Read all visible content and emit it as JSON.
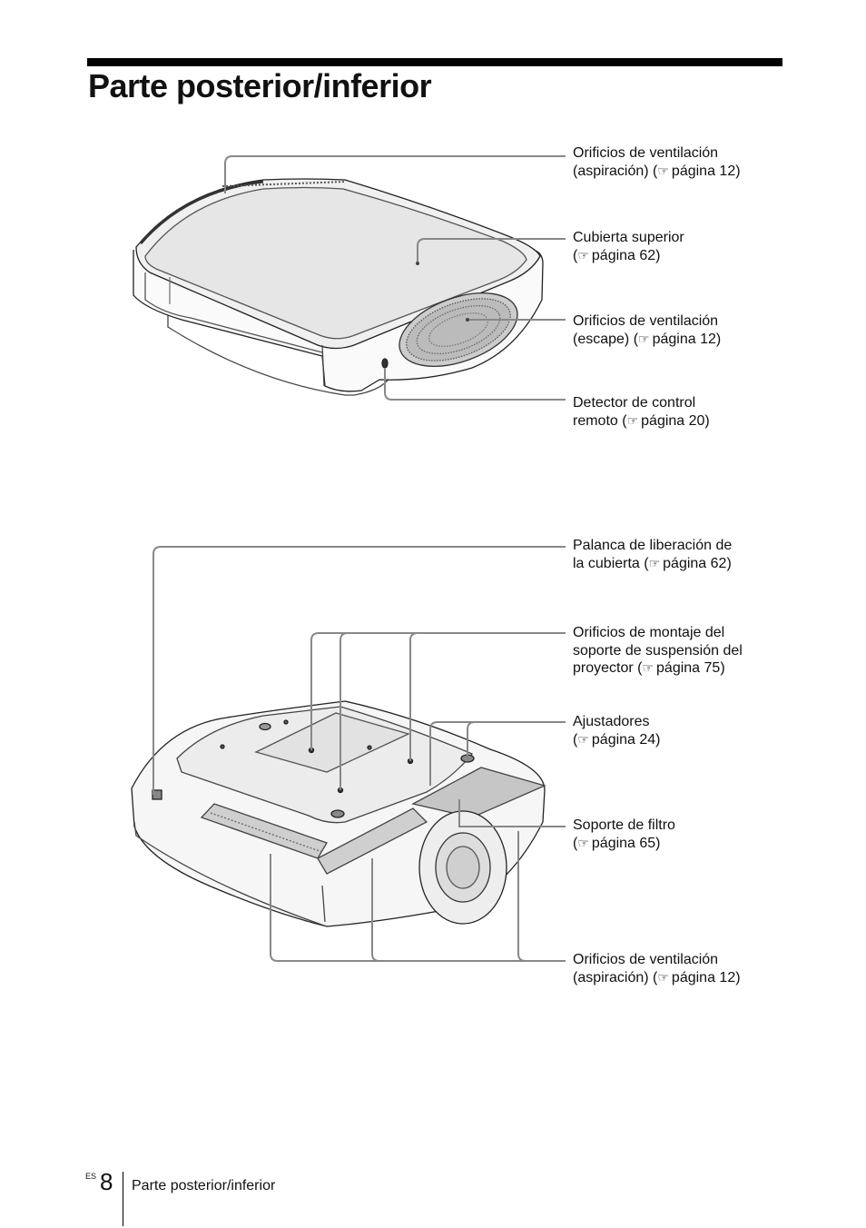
{
  "page": {
    "title": "Parte posterior/inferior"
  },
  "top_callouts": [
    {
      "line1": "Orificios de ventilación",
      "line2_pre": "(aspiración) (",
      "page": "página 12)"
    },
    {
      "line1": "Cubierta superior",
      "line2_pre": "(",
      "page": "página 62)"
    },
    {
      "line1": "Orificios de ventilación",
      "line2_pre": "(escape) (",
      "page": "página 12)"
    },
    {
      "line1": "Detector de control",
      "line2_pre": "remoto (",
      "page": "página 20)"
    }
  ],
  "bottom_callouts": [
    {
      "line1": "Palanca de liberación de",
      "line2_pre": "la cubierta (",
      "page": "página 62)"
    },
    {
      "line1": "Orificios de montaje del",
      "line1b": "soporte de suspensión del",
      "line2_pre": "proyector (",
      "page": "página 75)"
    },
    {
      "line1": "Ajustadores",
      "line2_pre": "(",
      "page": "página 24)"
    },
    {
      "line1": "Soporte de filtro",
      "line2_pre": "(",
      "page": "página 65)"
    },
    {
      "line1": "Orificios de ventilación",
      "line2_pre": "(aspiración) (",
      "page": "página 12)"
    }
  ],
  "footer": {
    "lang": "ES",
    "page_number": "8",
    "section": "Parte posterior/inferior"
  }
}
